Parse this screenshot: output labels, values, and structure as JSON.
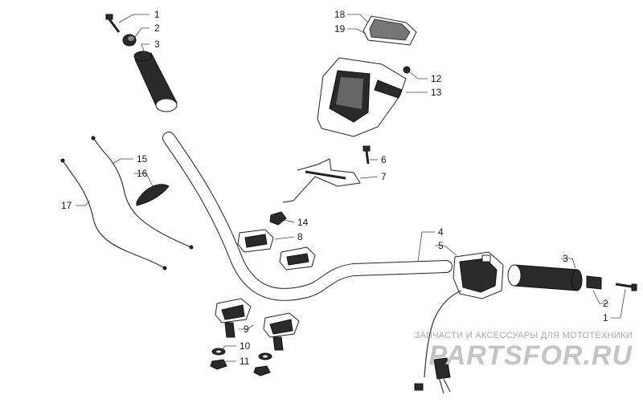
{
  "callouts": [
    {
      "id": "c1a",
      "label": "1"
    },
    {
      "id": "c2a",
      "label": "2"
    },
    {
      "id": "c3a",
      "label": "3"
    },
    {
      "id": "c18",
      "label": "18"
    },
    {
      "id": "c19",
      "label": "19"
    },
    {
      "id": "c12",
      "label": "12"
    },
    {
      "id": "c13",
      "label": "13"
    },
    {
      "id": "c15",
      "label": "15"
    },
    {
      "id": "c16",
      "label": "16"
    },
    {
      "id": "c17",
      "label": "17"
    },
    {
      "id": "c6",
      "label": "6"
    },
    {
      "id": "c7",
      "label": "7"
    },
    {
      "id": "c14",
      "label": "14"
    },
    {
      "id": "c8",
      "label": "8"
    },
    {
      "id": "c4",
      "label": "4"
    },
    {
      "id": "c5",
      "label": "5"
    },
    {
      "id": "c3b",
      "label": "3"
    },
    {
      "id": "c2b",
      "label": "2"
    },
    {
      "id": "c1b",
      "label": "1"
    },
    {
      "id": "c9",
      "label": "9"
    },
    {
      "id": "c10",
      "label": "10"
    },
    {
      "id": "c11",
      "label": "11"
    }
  ],
  "watermark": {
    "caption": "ЗАПЧАСТИ И АКСЕССУАРЫ ДЛЯ МОТОТЕХНИКИ",
    "logo": "PARTSFOR.RU"
  }
}
